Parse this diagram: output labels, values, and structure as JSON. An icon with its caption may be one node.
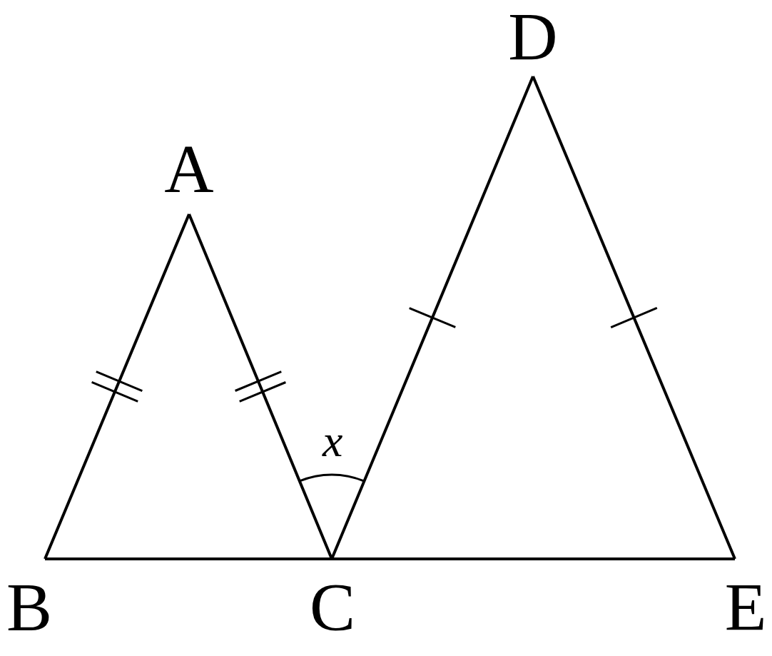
{
  "diagram": {
    "nodes": [
      {
        "text": [
          "A"
        ]
      },
      {
        "text": [
          "B"
        ]
      },
      {
        "text": [
          "C"
        ]
      },
      {
        "text": [
          "D"
        ]
      },
      {
        "text": [
          "E"
        ]
      }
    ],
    "edges": [
      {
        "from": 0,
        "to": 1,
        "arrow": "none"
      },
      {
        "from": 0,
        "to": 2,
        "arrow": "none"
      },
      {
        "from": 1,
        "to": 2,
        "arrow": "none"
      },
      {
        "from": 2,
        "to": 3,
        "arrow": "none"
      },
      {
        "from": 3,
        "to": 4,
        "arrow": "none"
      },
      {
        "from": 2,
        "to": 4,
        "arrow": "none"
      }
    ],
    "labels": [
      "x"
    ]
  }
}
